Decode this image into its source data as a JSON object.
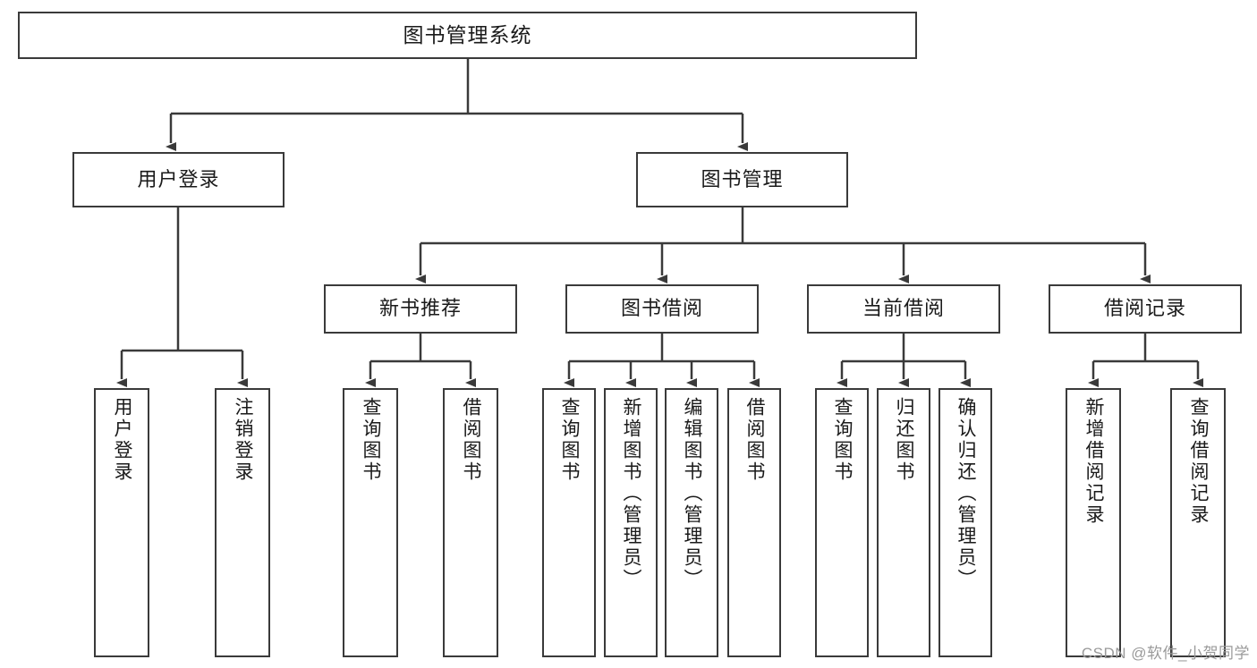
{
  "diagram": {
    "title": "图书管理系统",
    "type": "tree-hierarchy",
    "stroke_color": "#3a3a3a",
    "background_color": "#ffffff",
    "text_color": "#1a1a1a"
  },
  "root": {
    "label": "图书管理系统"
  },
  "level2": [
    {
      "label": "用户登录"
    },
    {
      "label": "图书管理"
    }
  ],
  "level3": [
    {
      "label": "新书推荐"
    },
    {
      "label": "图书借阅"
    },
    {
      "label": "当前借阅"
    },
    {
      "label": "借阅记录"
    }
  ],
  "leaves": {
    "user_login": [
      {
        "label": "用户登录"
      },
      {
        "label": "注销登录"
      }
    ],
    "new_book_recommend": [
      {
        "label": "查询图书"
      },
      {
        "label": "借阅图书"
      }
    ],
    "book_borrow": [
      {
        "label": "查询图书"
      },
      {
        "label": "新增图书（管理员）"
      },
      {
        "label": "编辑图书（管理员）"
      },
      {
        "label": "借阅图书"
      }
    ],
    "current_borrow": [
      {
        "label": "查询图书"
      },
      {
        "label": "归还图书"
      },
      {
        "label": "确认归还（管理员）"
      }
    ],
    "borrow_record": [
      {
        "label": "新增借阅记录"
      },
      {
        "label": "查询借阅记录"
      }
    ]
  },
  "watermark": {
    "text": "CSDN @软件_小贺同学"
  }
}
